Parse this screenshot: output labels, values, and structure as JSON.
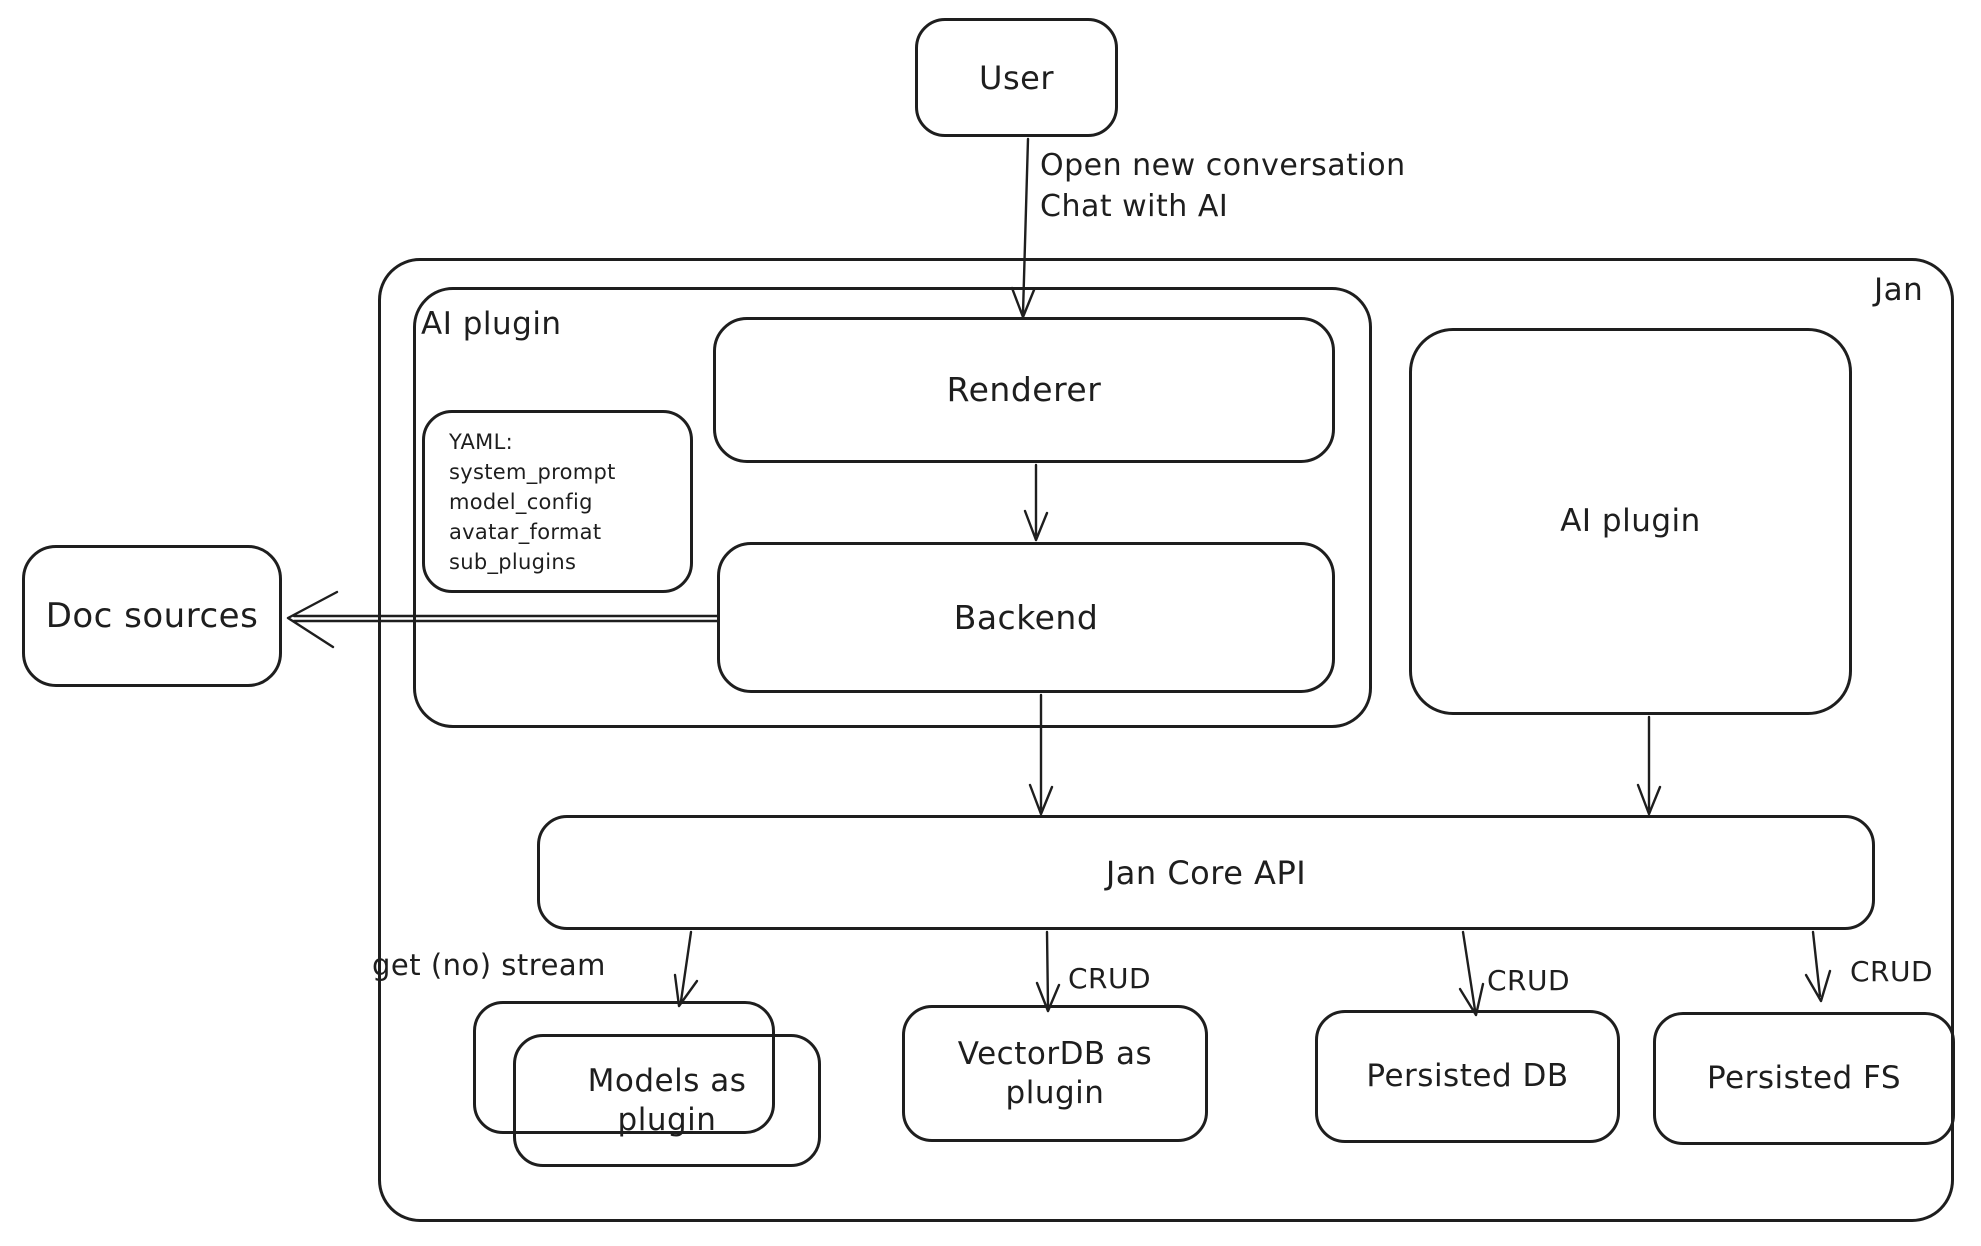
{
  "colors": {
    "stroke": "#1e1e1e",
    "background": "#ffffff"
  },
  "nodes": {
    "user": "User",
    "jan_container": "Jan",
    "ai_plugin_container": "AI plugin",
    "yaml_lines": [
      "YAML:",
      "system_prompt",
      "model_config",
      "avatar_format",
      "sub_plugins"
    ],
    "renderer": "Renderer",
    "backend": "Backend",
    "ai_plugin_box": "AI plugin",
    "doc_sources": "Doc sources",
    "jan_core_api": "Jan Core API",
    "models_plugin_lines": [
      "Models as",
      "plugin"
    ],
    "vectordb_plugin_lines": [
      "VectorDB as",
      "plugin"
    ],
    "persisted_db": "Persisted DB",
    "persisted_fs": "Persisted FS"
  },
  "edges": {
    "user_to_renderer_lines": [
      "Open new conversation",
      "Chat with AI"
    ],
    "core_to_models": "get (no) stream",
    "core_to_vectordb": "CRUD",
    "core_to_persisted_db": "CRUD",
    "core_to_persisted_fs": "CRUD"
  }
}
